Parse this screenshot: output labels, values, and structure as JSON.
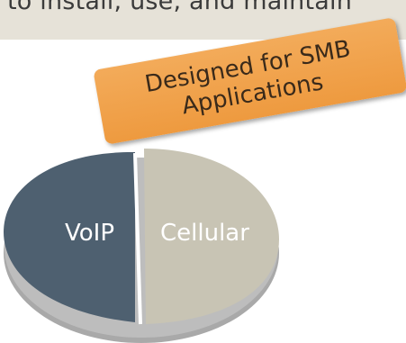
{
  "banner": {
    "text": "to install, use, and maintain",
    "background": "#e6e2d8",
    "text_color": "#3b3b3b"
  },
  "callout": {
    "line1": "Designed for SMB",
    "line2": "Applications",
    "color": "#f0a04a"
  },
  "segments": [
    {
      "label": "VoIP",
      "color": "#4e6070",
      "text_color": "#ffffff"
    },
    {
      "label": "Cellular",
      "color": "#c8c4b4",
      "text_color": "#ffffff"
    }
  ]
}
